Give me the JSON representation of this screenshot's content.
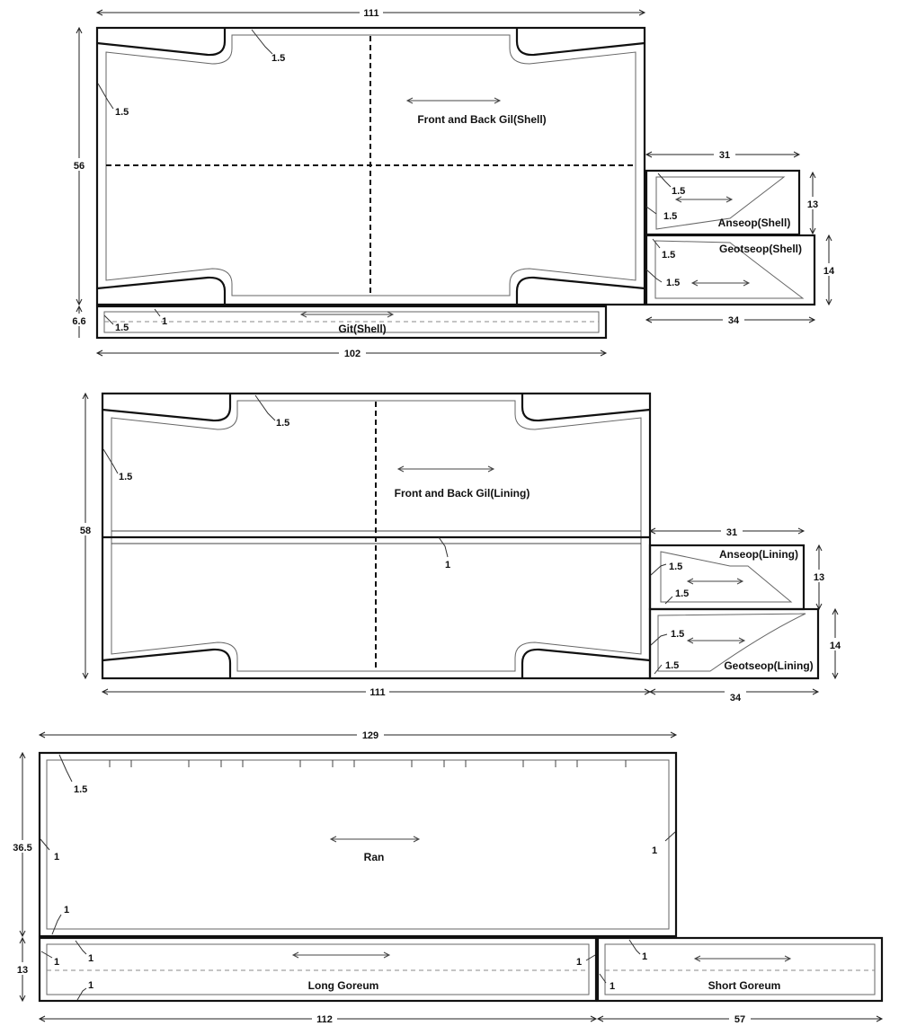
{
  "pieces": {
    "gil_shell": "Front and Back Gil(Shell)",
    "gil_lining": "Front and Back Gil(Lining)",
    "anseop_shell": "Anseop(Shell)",
    "geotseop_shell": "Geotseop(Shell)",
    "anseop_lining": "Anseop(Lining)",
    "geotseop_lining": "Geotseop(Lining)",
    "git_shell": "Git(Shell)",
    "ran": "Ran",
    "long_goreum": "Long Goreum",
    "short_goreum": "Short Goreum"
  },
  "dimensions": {
    "shell_width": "111",
    "shell_height": "56",
    "git_height": "6.6",
    "git_width": "102",
    "anseop_shell_width": "31",
    "anseop_shell_height": "13",
    "geotseop_shell_height": "14",
    "geotseop_shell_width": "34",
    "lining_height": "58",
    "lining_width": "111",
    "anseop_lining_width": "31",
    "anseop_lining_height": "13",
    "geotseop_lining_height": "14",
    "geotseop_lining_width": "34",
    "ran_width": "129",
    "ran_height": "36.5",
    "goreum_height": "13",
    "long_goreum_width": "112",
    "short_goreum_width": "57"
  },
  "seam_allowances": {
    "s15": "1.5",
    "s1": "1"
  }
}
